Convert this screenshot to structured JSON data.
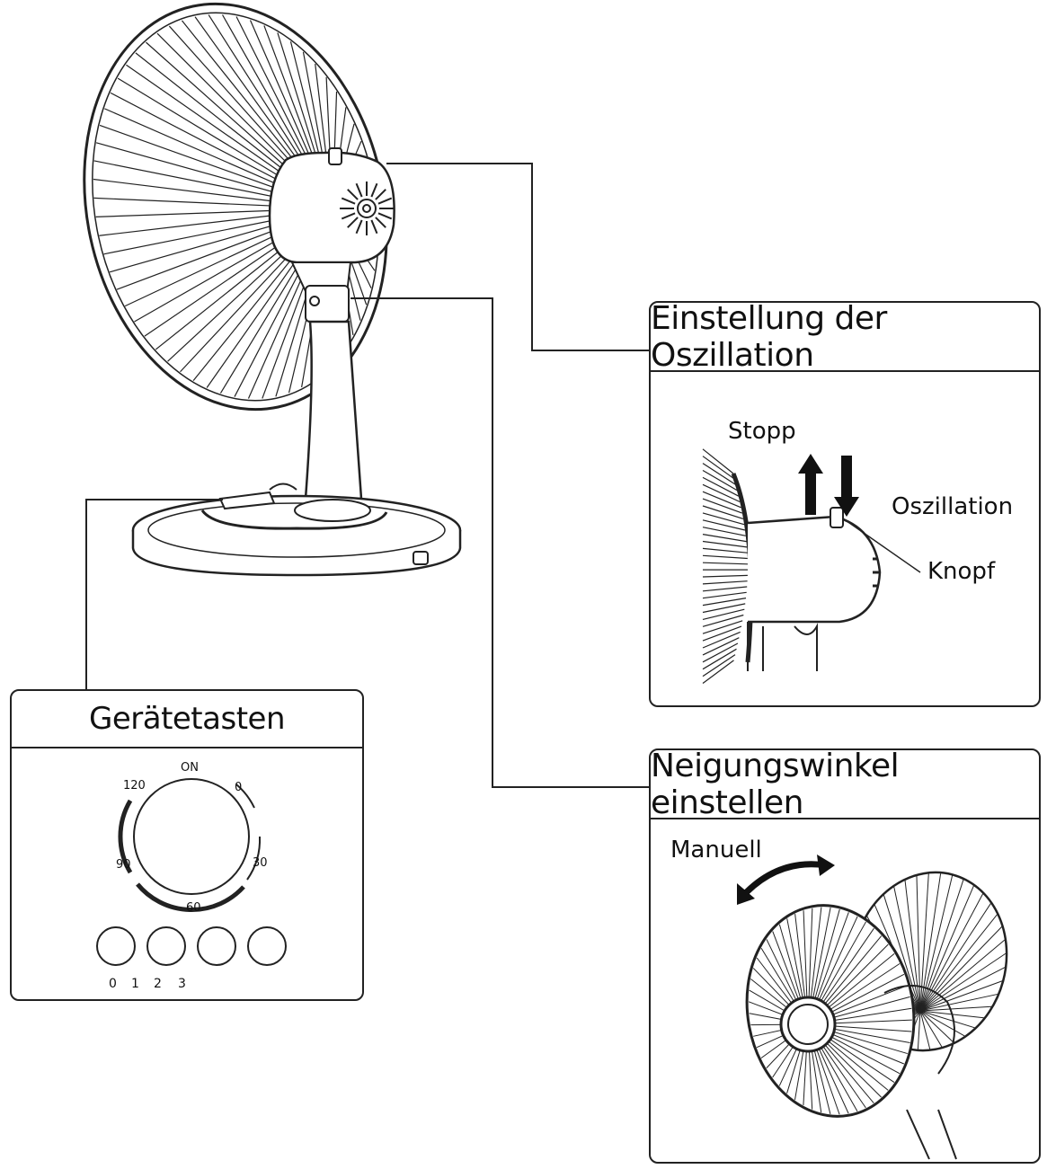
{
  "panels": {
    "oscillation": {
      "title": "Einstellung der Oszillation",
      "stop_label": "Stopp",
      "oscillation_label": "Oszillation",
      "knob_label": "Knopf"
    },
    "tilt": {
      "title": "Neigungswinkel einstellen",
      "manual_label": "Manuell"
    },
    "controls": {
      "title": "Gerätetasten",
      "timer_labels": {
        "on": "ON",
        "zero": "0",
        "thirty": "30",
        "sixty": "60",
        "ninety": "90",
        "one_twenty": "120"
      },
      "speed_buttons": [
        "0",
        "1",
        "2",
        "3"
      ]
    }
  },
  "colors": {
    "line": "#222222",
    "background": "#ffffff"
  }
}
